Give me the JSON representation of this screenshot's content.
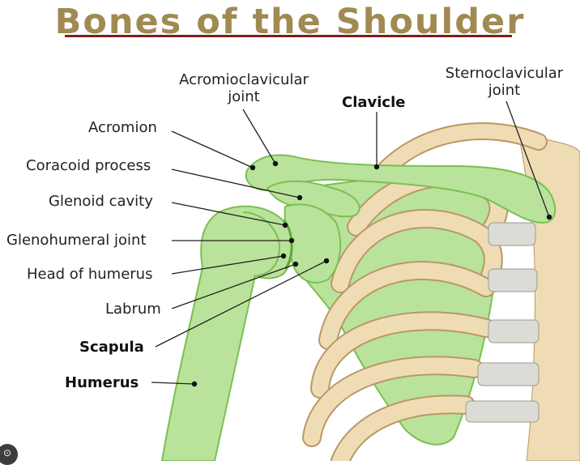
{
  "title": "Bones of the Shoulder",
  "labels": {
    "acromioclavicular_line1": "Acromioclavicular",
    "acromioclavicular_line2": "joint",
    "clavicle": "Clavicle",
    "sternoclavicular_line1": "Sternoclavicular",
    "sternoclavicular_line2": "joint",
    "acromion": "Acromion",
    "coracoid_process": "Coracoid process",
    "glenoid_cavity": "Glenoid cavity",
    "glenohumeral_joint": "Glenohumeral joint",
    "head_of_humerus": "Head of humerus",
    "labrum": "Labrum",
    "scapula": "Scapula",
    "humerus": "Humerus"
  },
  "colors": {
    "title": "#a08a52",
    "title_rule": "#7a1f1f",
    "bone_highlight": "#b9e39a",
    "bone_highlight_outline": "#7bbf55",
    "rib": "#efdcb4",
    "rib_outline": "#b89868",
    "cartilage": "#dcdcd6",
    "leader_line": "#222222"
  },
  "icons": {
    "corner": "lens-icon"
  }
}
